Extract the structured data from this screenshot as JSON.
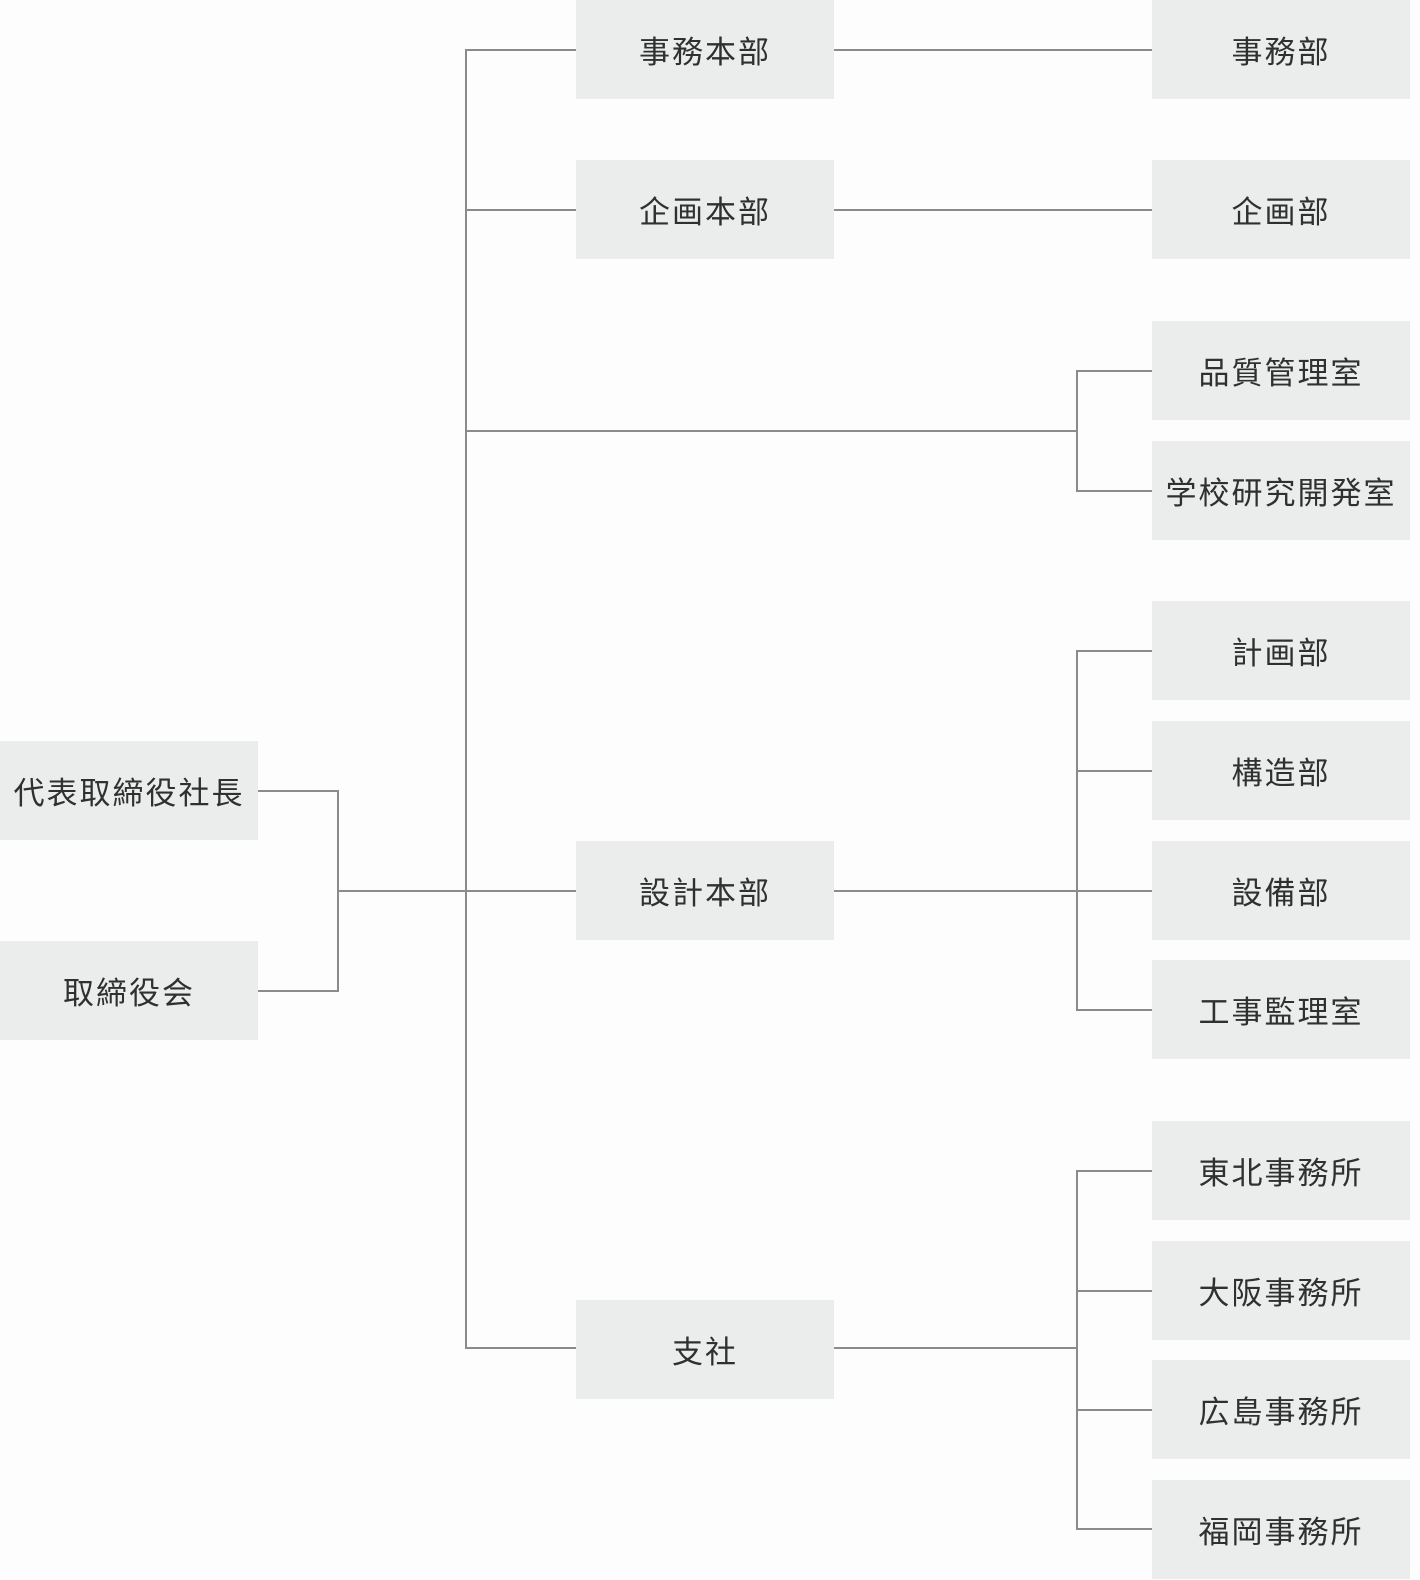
{
  "org_chart": {
    "executives": {
      "president": "代表取締役社長",
      "board": "取締役会"
    },
    "divisions": {
      "admin_hq": {
        "label": "事務本部",
        "departments": [
          "事務部"
        ]
      },
      "planning_hq": {
        "label": "企画本部",
        "departments": [
          "企画部"
        ]
      },
      "direct_offices": [
        "品質管理室",
        "学校研究開発室"
      ],
      "design_hq": {
        "label": "設計本部",
        "departments": [
          "計画部",
          "構造部",
          "設備部",
          "工事監理室"
        ]
      },
      "branch": {
        "label": "支社",
        "offices": [
          "東北事務所",
          "大阪事務所",
          "広島事務所",
          "福岡事務所"
        ]
      }
    }
  }
}
